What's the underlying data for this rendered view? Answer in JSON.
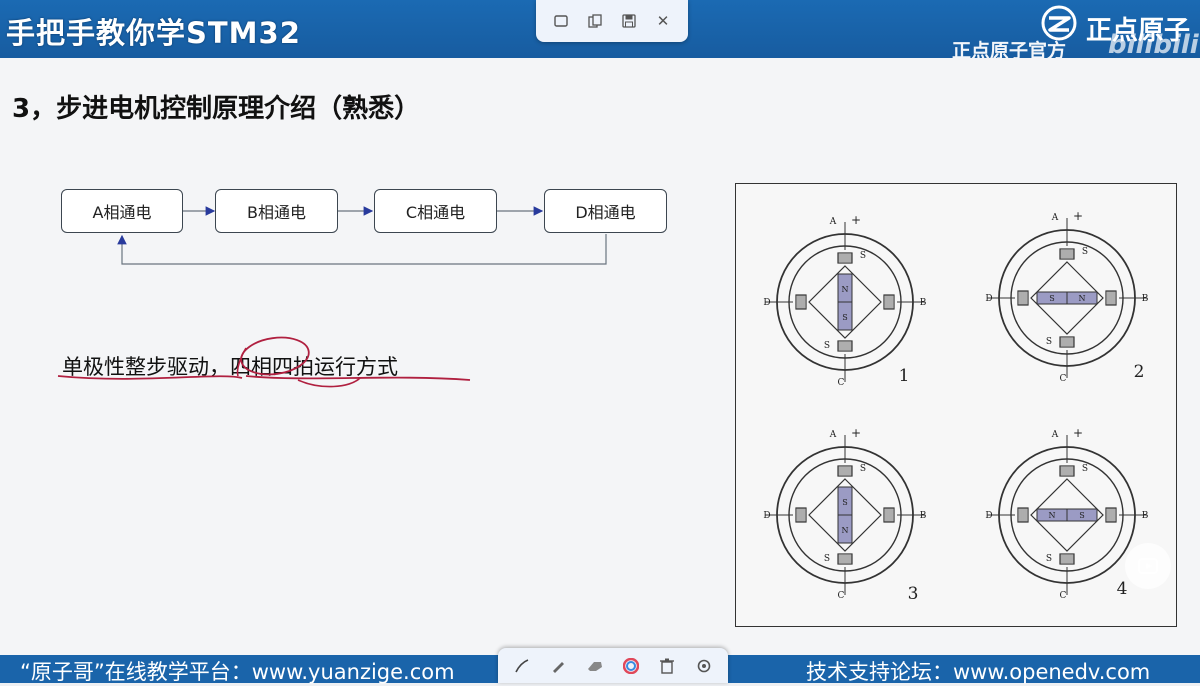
{
  "header": {
    "title": "手把手教你学STM32",
    "brand": "正点原子",
    "official": "正点原子官方",
    "watermark": "bilibili"
  },
  "top_toolbar": {
    "icons": [
      "window-icon",
      "copy-icon",
      "save-icon",
      "close-icon"
    ],
    "close_glyph": "✕"
  },
  "slide": {
    "heading": "3，步进电机控制原理介绍（熟悉）",
    "flow": {
      "steps": [
        "A相通电",
        "B相通电",
        "C相通电",
        "D相通电"
      ]
    },
    "description": "单极性整步驱动，四相四拍运行方式",
    "figure": {
      "panels": [
        {
          "number": "1",
          "magnet_top": "N",
          "magnet_bottom": "S",
          "orientation": "vertical"
        },
        {
          "number": "2",
          "magnet_left": "S",
          "magnet_right": "N",
          "orientation": "horizontal"
        },
        {
          "number": "3",
          "magnet_top": "S",
          "magnet_bottom": "N",
          "orientation": "vertical"
        },
        {
          "number": "4",
          "magnet_left": "N",
          "magnet_right": "S",
          "orientation": "horizontal"
        }
      ],
      "pole_labels": {
        "a": "A",
        "b": "B",
        "c": "C",
        "d": "D",
        "plus": "+",
        "s": "S"
      }
    }
  },
  "footer": {
    "left": "“原子哥”在线教学平台：www.yuanzige.com",
    "right": "技术支持论坛：www.openedv.com"
  },
  "bottom_toolbar": {
    "icons": [
      "pen-icon",
      "marker-icon",
      "eraser-icon",
      "color-wheel-icon",
      "trash-icon",
      "settings-icon"
    ]
  },
  "colors": {
    "header_blue": "#1b6ab3",
    "footer_blue": "#1a64aa",
    "flow_arrow": "#283a9c",
    "annotation_red": "#b02040"
  }
}
